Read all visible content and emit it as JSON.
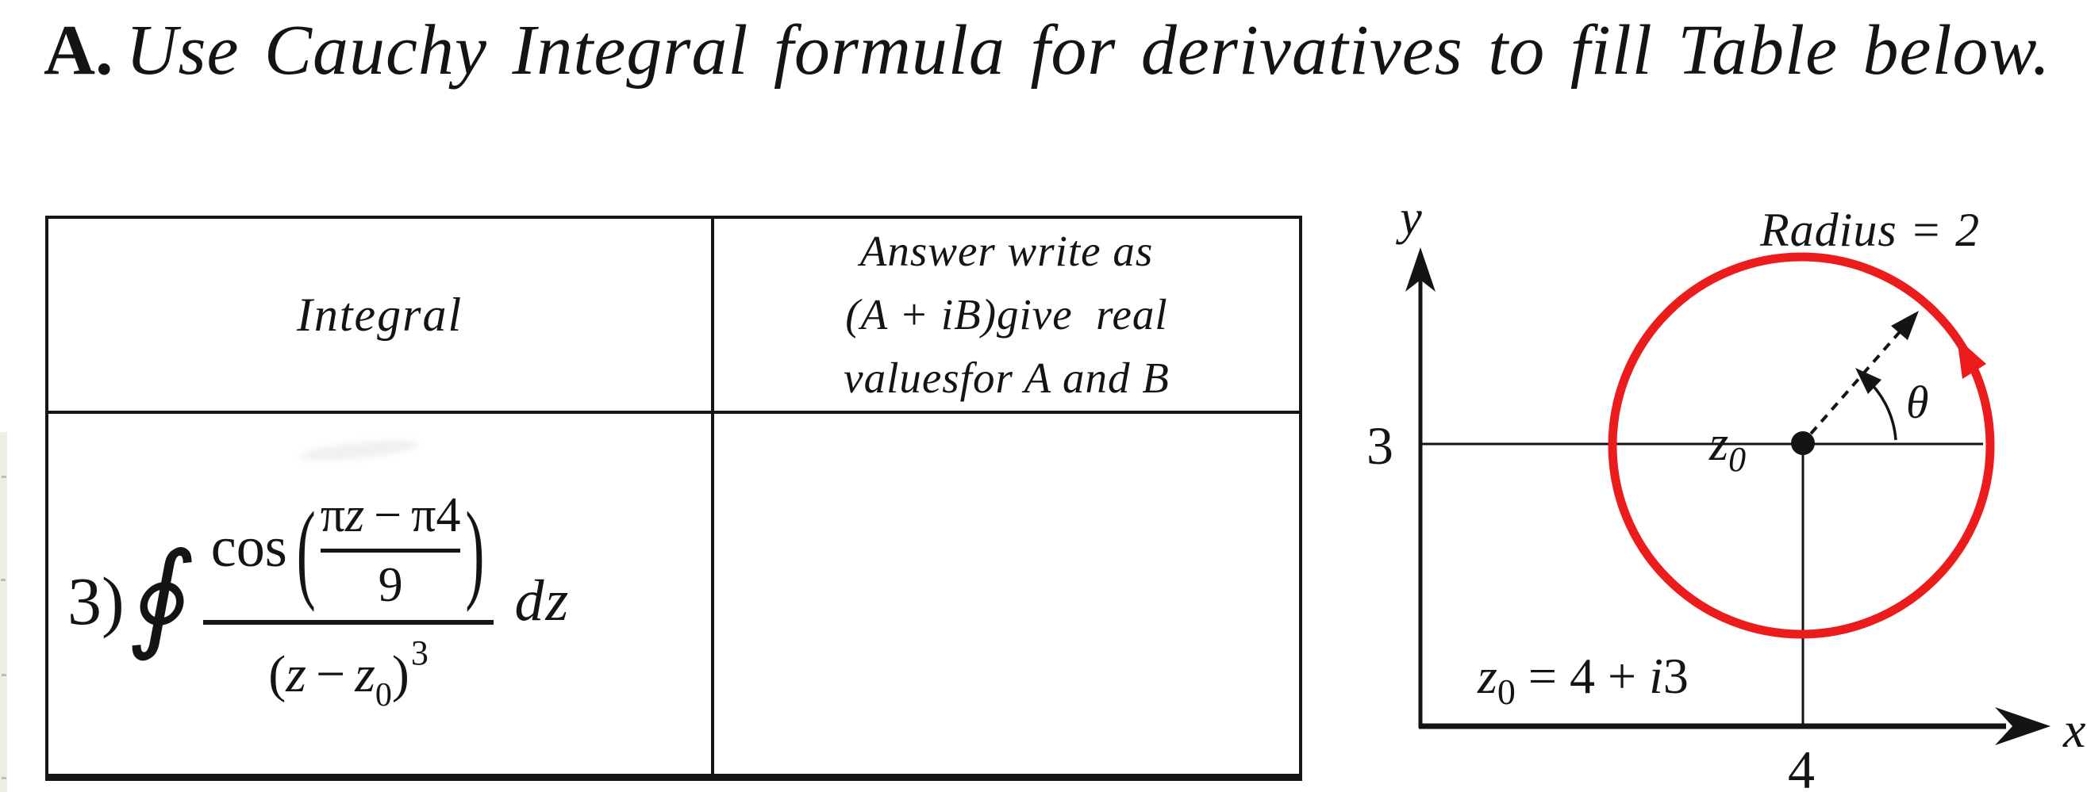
{
  "title": {
    "prefix": "A.",
    "text": "Use Cauchy Integral formula for derivatives to fill Table below."
  },
  "table": {
    "header": {
      "col1": "Integral",
      "col2_lines": [
        "Answer write as",
        "(A + iB)give  real",
        "valuesfor A and B"
      ]
    },
    "row": {
      "label": "3)",
      "contour_integral_symbol": "∮",
      "function_name": "cos",
      "paren_open": "(",
      "paren_close": ")",
      "inner_numerator": {
        "pi_1": "π",
        "z_1": "z",
        "minus": "−",
        "pi_2": "π",
        "digit": "4"
      },
      "inner_denominator": "9",
      "denominator": {
        "open": "(",
        "z_1": "z",
        "minus": "−",
        "z_2": "z",
        "subscript": "0",
        "close": ")",
        "exponent": "3"
      },
      "differential": "dz",
      "answer": ""
    }
  },
  "diagram": {
    "axis_labels": {
      "x": "x",
      "y": "y"
    },
    "tick_labels": {
      "y3": "3",
      "x4": "4"
    },
    "radius_label": "Radius = 2",
    "theta_label": "θ",
    "center_label": {
      "base": "z",
      "sub": "0"
    },
    "center_equation": {
      "base": "z",
      "sub": "0",
      "mid": " = 4 + ",
      "imag_unit": "i",
      "imag_value": "3"
    },
    "colors": {
      "contour": "#ec1c1c",
      "ink": "#141414"
    }
  }
}
